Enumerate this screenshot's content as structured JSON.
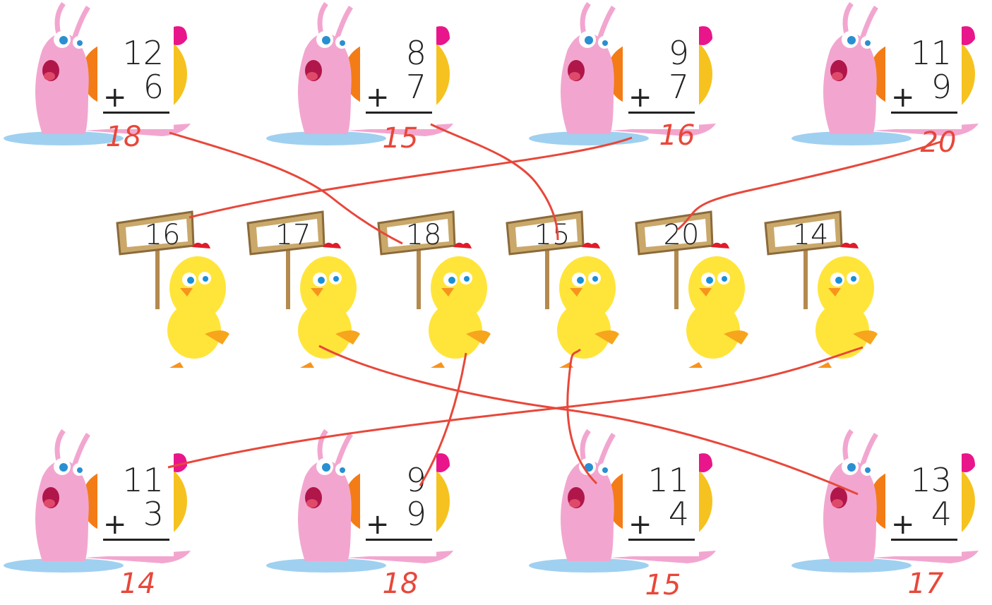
{
  "colors": {
    "snail_body": "#f2a6cf",
    "snail_shell": "#f6c21f",
    "snail_shell_inner": "#f47c16",
    "bow": "#e8168a",
    "chick_body": "#ffe53a",
    "sign_wood": "#c9a86a",
    "answer_red": "#e8473a"
  },
  "snails": [
    {
      "a": "12",
      "b": "6",
      "op": "+",
      "answer": "18"
    },
    {
      "a": "8",
      "b": "7",
      "op": "+",
      "answer": "15"
    },
    {
      "a": "9",
      "b": "7",
      "op": "+",
      "answer": "16"
    },
    {
      "a": "11",
      "b": "9",
      "op": "+",
      "answer": "20"
    },
    {
      "a": "11",
      "b": "3",
      "op": "+",
      "answer": "14"
    },
    {
      "a": "9",
      "b": "9",
      "op": "+",
      "answer": "18"
    },
    {
      "a": "11",
      "b": "4",
      "op": "+",
      "answer": "15"
    },
    {
      "a": "13",
      "b": "4",
      "op": "+",
      "answer": "17"
    }
  ],
  "chicks": [
    {
      "label": "16"
    },
    {
      "label": "17"
    },
    {
      "label": "18"
    },
    {
      "label": "15"
    },
    {
      "label": "20"
    },
    {
      "label": "14"
    }
  ],
  "matches": [
    {
      "snail": 0,
      "chick": 2
    },
    {
      "snail": 1,
      "chick": 3
    },
    {
      "snail": 2,
      "chick": 0
    },
    {
      "snail": 3,
      "chick": 4
    },
    {
      "snail": 4,
      "chick": 5
    },
    {
      "snail": 5,
      "chick": 2
    },
    {
      "snail": 6,
      "chick": 3
    },
    {
      "snail": 7,
      "chick": 1
    }
  ]
}
